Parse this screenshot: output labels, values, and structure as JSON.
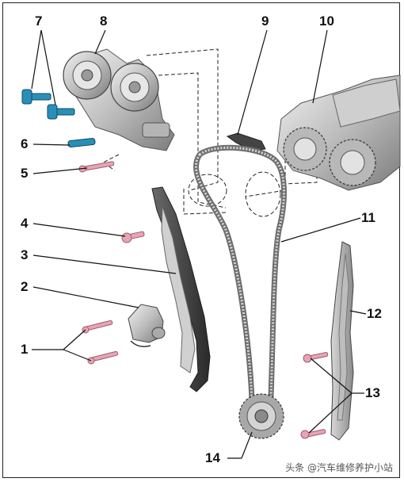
{
  "diagram": {
    "callouts": {
      "c1": "1",
      "c2": "2",
      "c3": "3",
      "c4": "4",
      "c5": "5",
      "c6": "6",
      "c7": "7",
      "c8": "8",
      "c9": "9",
      "c10": "10",
      "c11": "11",
      "c12": "12",
      "c13": "13",
      "c14": "14"
    },
    "watermark": "头条 @汽车维修养护小站"
  },
  "colors": {
    "bolt_blue": "#2a8fb8",
    "bolt_pink": "#e7a4b4",
    "part_gray": "#9a9a9a",
    "rail_dark": "#3c3c3c",
    "leader": "#111111"
  }
}
